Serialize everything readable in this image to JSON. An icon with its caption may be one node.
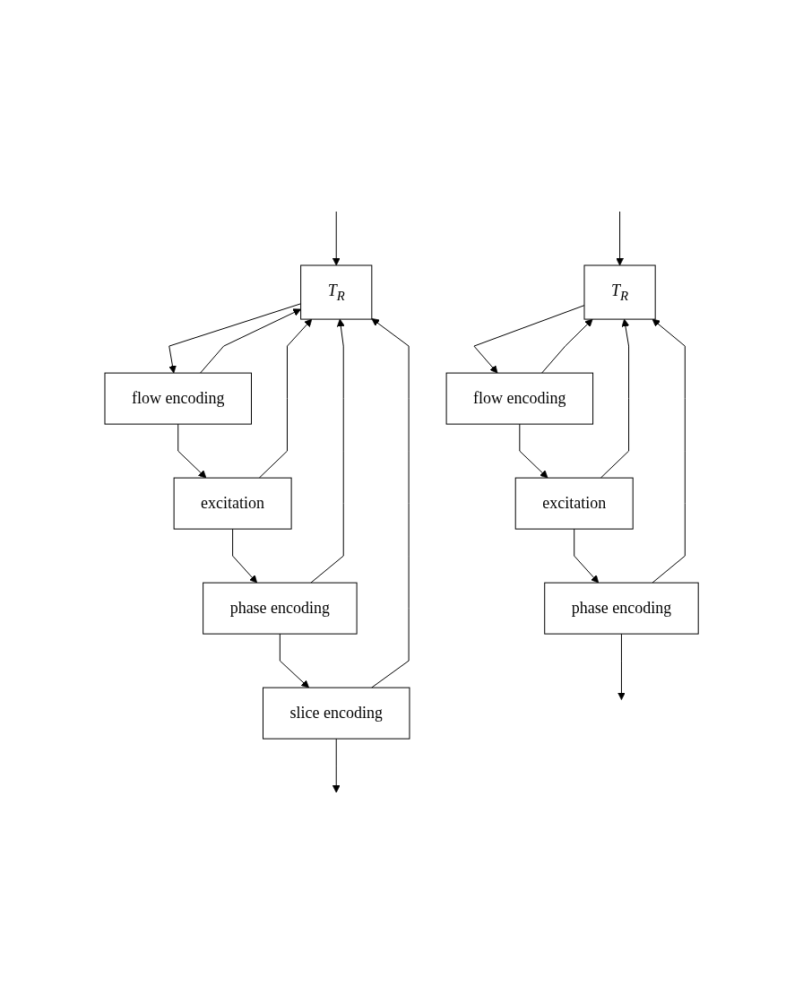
{
  "diagram": {
    "nodes": [
      {
        "text": [
          "T$_{R}$"
        ]
      },
      {
        "text": [
          "flow encoding"
        ]
      },
      {
        "text": [
          "excitation"
        ]
      },
      {
        "text": [
          "phase encoding"
        ]
      },
      {
        "text": [
          "T$_{R}$"
        ]
      },
      {
        "text": [
          "flow encoding"
        ]
      },
      {
        "text": [
          "excitation"
        ]
      },
      {
        "text": [
          "phase encoding"
        ]
      },
      {
        "text": [
          "slice encoding"
        ]
      }
    ],
    "edges": [
      {
        "from": null,
        "to": 0,
        "arrow": "to"
      },
      {
        "from": 0,
        "to": 1,
        "arrow": "to"
      },
      {
        "from": 1,
        "to": 0,
        "arrow": "to"
      },
      {
        "from": 1,
        "to": 2,
        "arrow": "to"
      },
      {
        "from": 2,
        "to": 0,
        "arrow": "to"
      },
      {
        "from": 2,
        "to": 3,
        "arrow": "to"
      },
      {
        "from": 3,
        "to": 0,
        "arrow": "to"
      },
      {
        "from": 3,
        "to": null,
        "arrow": "to"
      },
      {
        "from": null,
        "to": 4,
        "arrow": "to"
      },
      {
        "from": 4,
        "to": 5,
        "arrow": "to"
      },
      {
        "from": 5,
        "to": 4,
        "arrow": "to"
      },
      {
        "from": 5,
        "to": 6,
        "arrow": "to"
      },
      {
        "from": 6,
        "to": 4,
        "arrow": "to"
      },
      {
        "from": 6,
        "to": 7,
        "arrow": "to"
      },
      {
        "from": 7,
        "to": 4,
        "arrow": "to"
      },
      {
        "from": 7,
        "to": 8,
        "arrow": "to"
      },
      {
        "from": 8,
        "to": 4,
        "arrow": "to"
      },
      {
        "from": 8,
        "to": null,
        "arrow": "to"
      }
    ]
  }
}
